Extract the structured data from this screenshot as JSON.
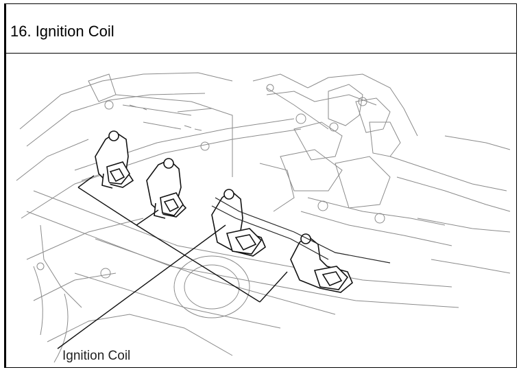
{
  "title": "16. Ignition Coil",
  "figure": {
    "callout_label": "Ignition Coil",
    "coil_count": 4
  },
  "colors": {
    "line": "#1a1a1a",
    "faint_line": "#9a9a9a",
    "background": "#ffffff"
  }
}
